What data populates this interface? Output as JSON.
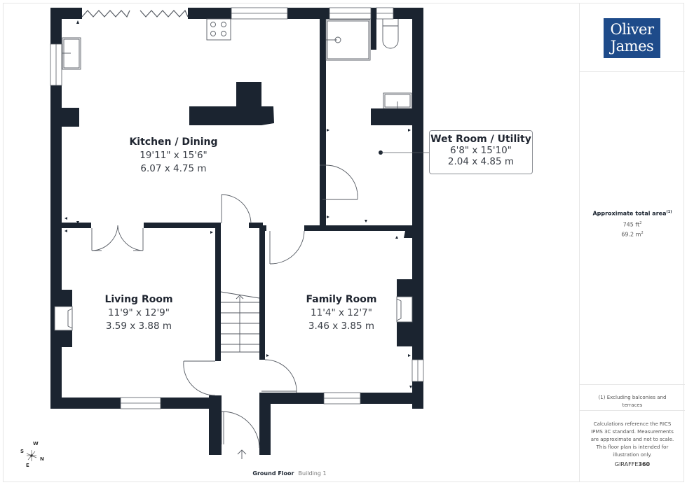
{
  "brand": {
    "logo_line1": "Oliver",
    "logo_line2": "James",
    "logo_color": "#1e4b8a"
  },
  "rooms": [
    {
      "name": "Kitchen / Dining",
      "imperial": "19'11\" x 15'6\"",
      "metric": "6.07 x 4.75 m"
    },
    {
      "name": "Wet Room / Utility",
      "imperial": "6'8\" x 15'10\"",
      "metric": "2.04 x 4.85 m"
    },
    {
      "name": "Living Room",
      "imperial": "11'9\" x 12'9\"",
      "metric": "3.59 x 3.88 m"
    },
    {
      "name": "Family Room",
      "imperial": "11'4\" x 12'7\"",
      "metric": "3.46 x 3.85 m"
    }
  ],
  "area": {
    "title": "Approximate total area",
    "footnote_ref": "(1)",
    "imperial_value": "745 ft",
    "imperial_unit_sup": "2",
    "metric_value": "69.2 m",
    "metric_unit_sup": "2"
  },
  "notes": {
    "footnote": "(1) Excluding balconies and terraces",
    "disclaimer": "Calculations reference the RICS IPMS 3C standard. Measurements are approximate and not to scale. This floor plan is intended for illustration only.",
    "brand_light": "GIRAFFE",
    "brand_bold": "360"
  },
  "floor": {
    "name": "Ground Floor",
    "building": "Building 1"
  },
  "compass": {
    "n": "N",
    "s": "S",
    "e": "E",
    "w": "W"
  },
  "colors": {
    "wall": "#1b2430",
    "line": "#555a62"
  }
}
